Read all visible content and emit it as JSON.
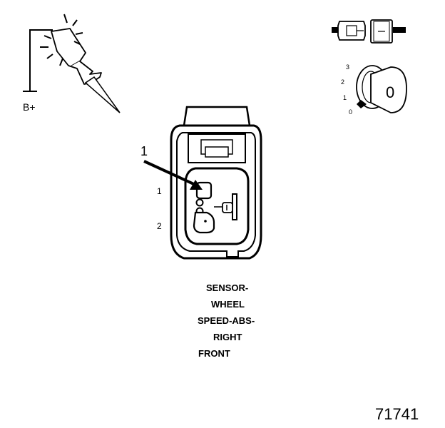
{
  "probe": {
    "label": "B+"
  },
  "ignition": {
    "key_label": "0",
    "positions": [
      "3",
      "2",
      "1",
      "0"
    ]
  },
  "connector": {
    "callout": "1",
    "pins": [
      "1",
      "2"
    ]
  },
  "caption": {
    "lines": [
      "SENSOR-",
      "WHEEL",
      "SPEED-ABS-",
      "RIGHT",
      "FRONT"
    ]
  },
  "figure_number": "71741"
}
